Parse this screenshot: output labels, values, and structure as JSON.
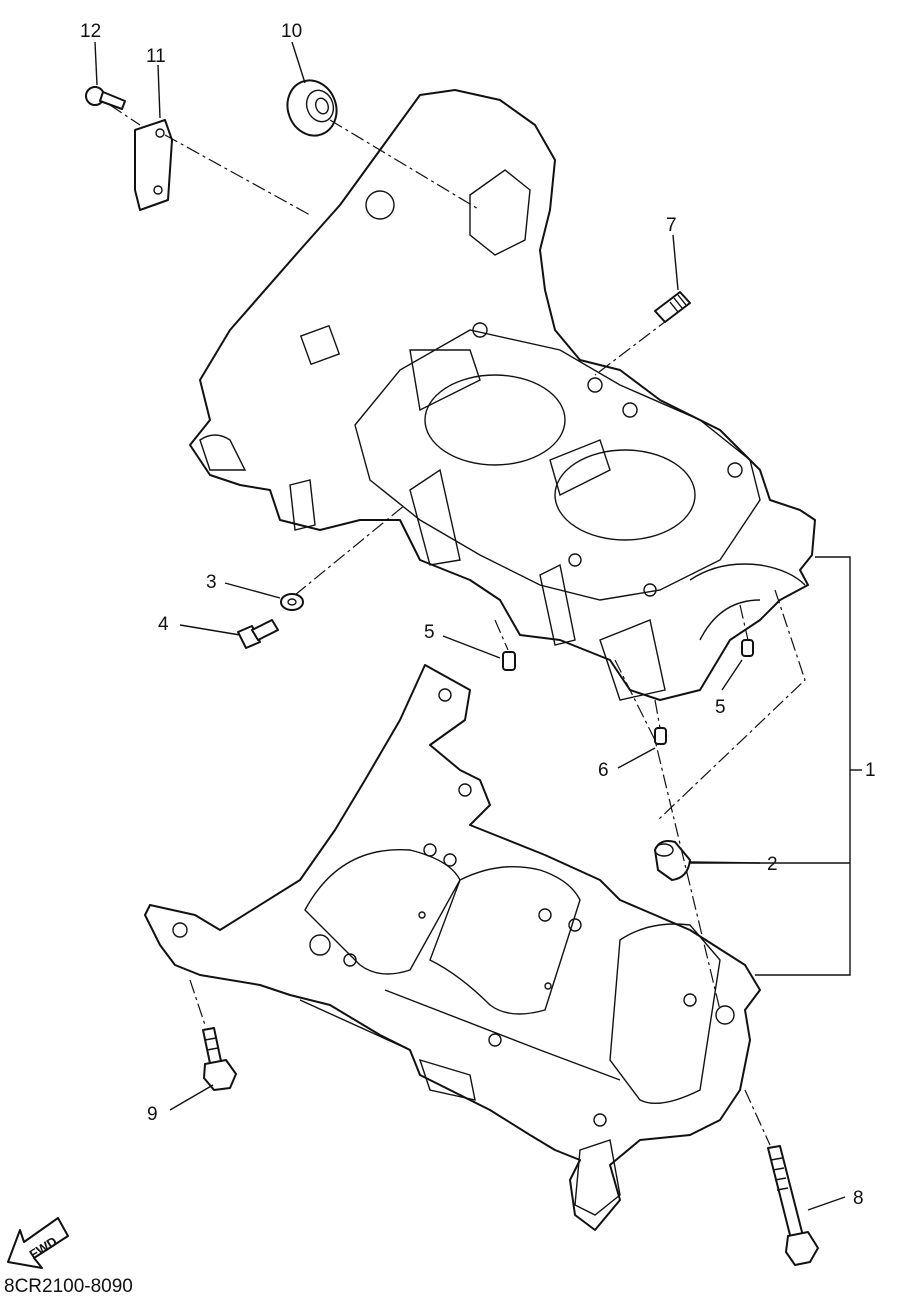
{
  "callouts": {
    "c1": "1",
    "c2": "2",
    "c3": "3",
    "c4": "4",
    "c5a": "5",
    "c5b": "5",
    "c6": "6",
    "c7": "7",
    "c8": "8",
    "c9": "9",
    "c10": "10",
    "c11": "11",
    "c12": "12"
  },
  "fwd_label": "FWD",
  "drawing_code": "8CR2100-8090",
  "colors": {
    "ink": "#111111",
    "paper": "#ffffff"
  }
}
